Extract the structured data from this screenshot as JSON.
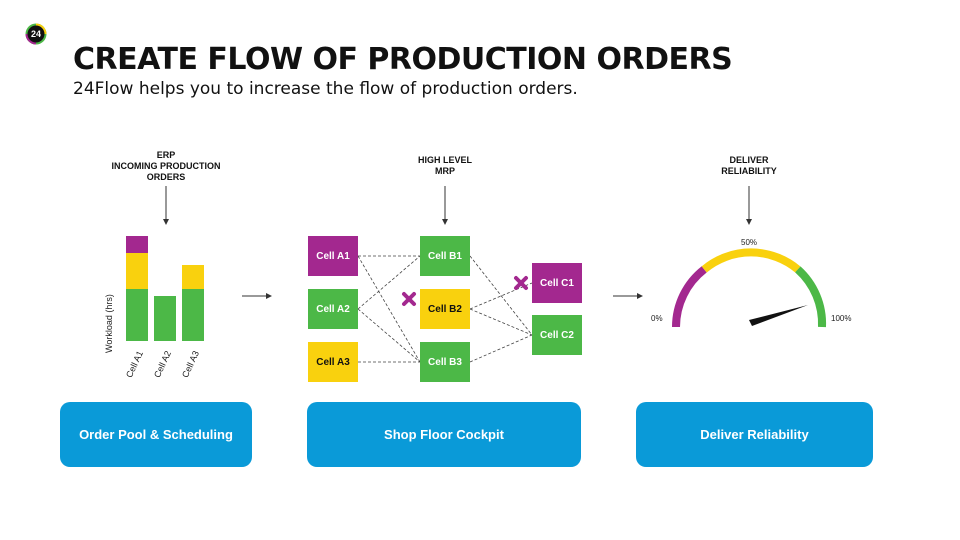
{
  "logo": {
    "text": "24"
  },
  "header": {
    "title": "CREATE FLOW OF PRODUCTION ORDERS",
    "subtitle": "24Flow helps you to increase the flow of production orders."
  },
  "sections": {
    "erp": {
      "caption_lines": [
        "ERP",
        "INCOMING PRODUCTION",
        "ORDERS"
      ]
    },
    "mrp": {
      "caption_lines": [
        "HIGH LEVEL",
        "MRP"
      ]
    },
    "deliver": {
      "caption_lines": [
        "DELIVER",
        "RELIABILITY"
      ]
    }
  },
  "colors": {
    "purple": "#a3288f",
    "yellow": "#f9d10e",
    "green": "#4cb847",
    "blue": "#0a9ad8"
  },
  "workload_chart": {
    "ylabel": "Workload (hrs)",
    "categories": [
      "Cell A1",
      "Cell A2",
      "Cell A3"
    ]
  },
  "cells": {
    "a1": "Cell A1",
    "a2": "Cell A2",
    "a3": "Cell A3",
    "b1": "Cell B1",
    "b2": "Cell B2",
    "b3": "Cell B3",
    "c1": "Cell C1",
    "c2": "Cell C2"
  },
  "gauge": {
    "label_min": "0%",
    "label_mid": "50%",
    "label_max": "100%"
  },
  "buttons": {
    "order_pool": "Order Pool & Scheduling",
    "shop_floor": "Shop Floor Cockpit",
    "deliver": "Deliver Reliability"
  }
}
